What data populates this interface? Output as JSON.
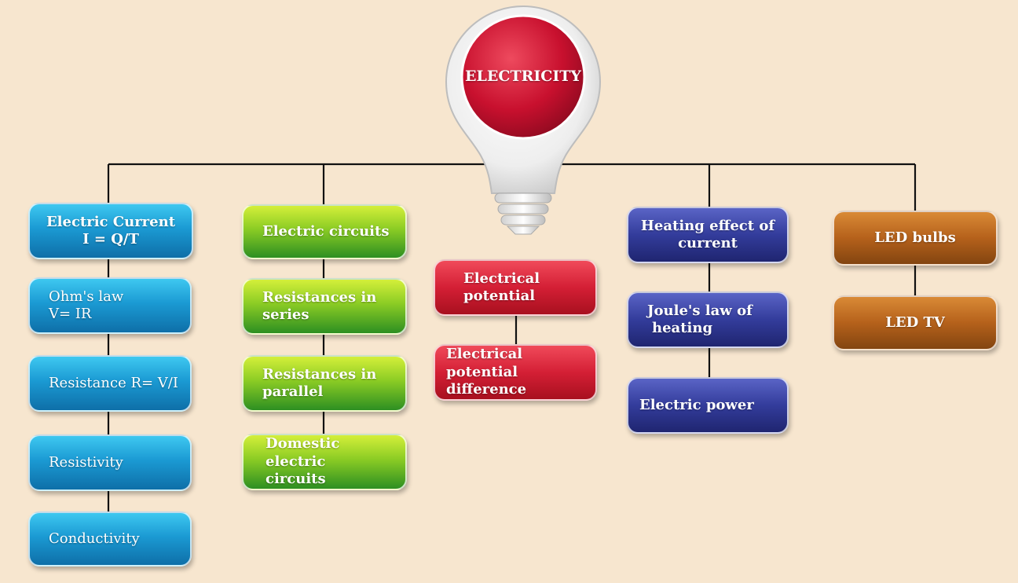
{
  "center": {
    "label": "ELECTRICITY"
  },
  "branches": [
    {
      "nodes": [
        {
          "lines": [
            "Electric Current",
            "I = Q/T"
          ]
        },
        {
          "lines": [
            "Ohm's law",
            "V= IR"
          ]
        },
        {
          "lines": [
            "Resistance R= V/I"
          ]
        },
        {
          "lines": [
            "Resistivity"
          ]
        },
        {
          "lines": [
            "Conductivity"
          ]
        }
      ]
    },
    {
      "nodes": [
        {
          "lines": [
            "Electric circuits"
          ]
        },
        {
          "lines": [
            "Resistances in",
            "series"
          ]
        },
        {
          "lines": [
            "Resistances in",
            "parallel"
          ]
        },
        {
          "lines": [
            "Domestic electric",
            "circuits"
          ]
        }
      ]
    },
    {
      "nodes": [
        {
          "lines": [
            "Electrical",
            "potential"
          ]
        },
        {
          "lines": [
            "Electrical",
            "potential difference"
          ]
        }
      ]
    },
    {
      "nodes": [
        {
          "lines": [
            "Heating effect of",
            "current"
          ]
        },
        {
          "lines": [
            "Joule's law of",
            "heating"
          ]
        },
        {
          "lines": [
            "Electric power"
          ]
        }
      ]
    },
    {
      "nodes": [
        {
          "lines": [
            "LED bulbs"
          ]
        },
        {
          "lines": [
            "LED TV"
          ]
        }
      ]
    }
  ],
  "colors": {
    "background": "#f7e6cf",
    "bulb": "#c8102e",
    "branch_1": "#1b9ad3",
    "branch_2": "#8bcc24",
    "branch_3": "#d41f35",
    "branch_4": "#333c9b",
    "branch_5": "#b5611b"
  }
}
